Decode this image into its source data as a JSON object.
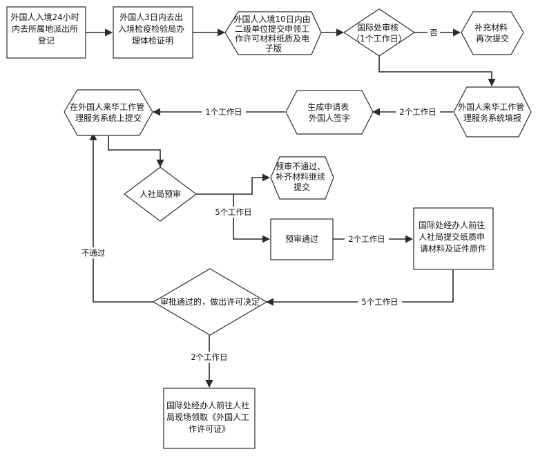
{
  "nodes": {
    "n1": {
      "lines": [
        "外国人入境24小时",
        "内去所属地派出所",
        "登记"
      ]
    },
    "n2": {
      "lines": [
        "外国人3日内去出",
        "入境检疫检验局办",
        "理体检证明"
      ]
    },
    "n3": {
      "lines": [
        "外国人入境10日内由",
        "二级单位提交申领工",
        "作许可材料纸质及电",
        "子版"
      ]
    },
    "n4": {
      "lines": [
        "国际处审核",
        "（1个工作日）"
      ]
    },
    "n5": {
      "lines": [
        "补充材料",
        "再次提交"
      ]
    },
    "n6": {
      "lines": [
        "外国人来华工作管",
        "理服务系统填报"
      ]
    },
    "n7": {
      "lines": [
        "生成申请表",
        "外国人签字"
      ]
    },
    "n8": {
      "lines": [
        "在外国人来华工作管",
        "理服务系统上提交"
      ]
    },
    "n9": {
      "lines": [
        "人社局预审"
      ]
    },
    "n10": {
      "lines": [
        "预审不通过、",
        "补齐材料继续",
        "提交"
      ]
    },
    "n11": {
      "lines": [
        "预审通过"
      ]
    },
    "n12": {
      "lines": [
        "国际处经办人前往",
        "人社局提交纸质申",
        "请材料及证件原件"
      ]
    },
    "n13": {
      "lines": [
        "审批通过的，做出许可决定"
      ]
    },
    "n14": {
      "lines": [
        "国际处经办人前往人社",
        "局现场领取《外国人工",
        "作许可证》"
      ]
    }
  },
  "edge_labels": {
    "no": "否",
    "one_day": "1个工作日",
    "two_days_a": "2个工作日",
    "five_days_a": "5个工作日",
    "two_days_b": "2个工作日",
    "five_days_b": "5个工作日",
    "not_passed": "不通过",
    "two_days_c": "2个工作日"
  }
}
